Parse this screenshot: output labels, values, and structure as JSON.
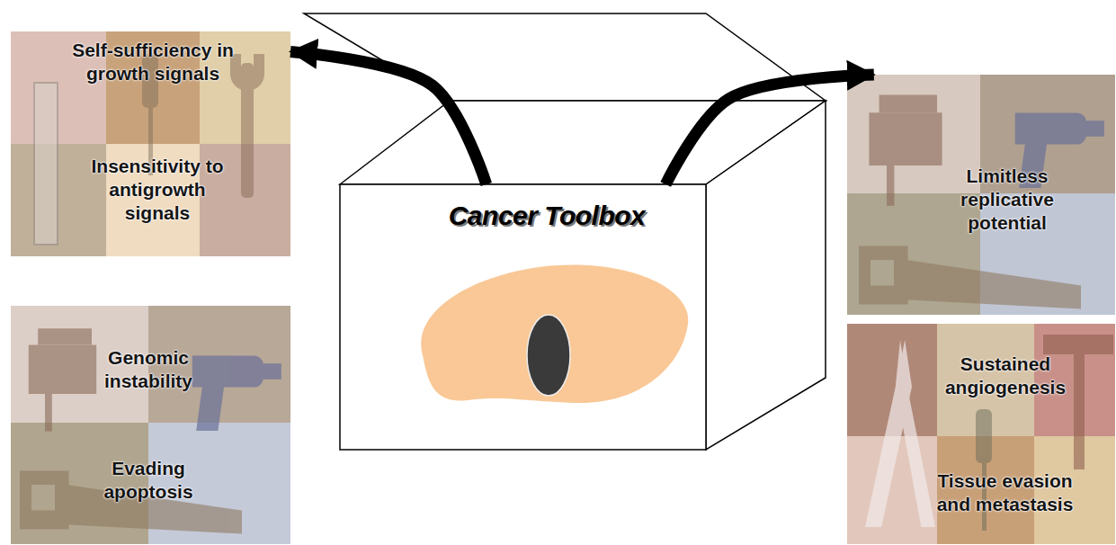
{
  "diagram": {
    "nodes": [
      {
        "text": [
          "Self-sufficiency in growth signals",
          "Insensitivity to antigrowth signals"
        ]
      },
      {
        "text": [
          "Cancer Toolbox"
        ]
      },
      {
        "text": [
          "Limitless replicative potential"
        ]
      },
      {
        "text": [
          "Genomic instability",
          "Evading apoptosis"
        ]
      },
      {
        "text": [
          "Sustained angiogenesis",
          "Tissue evasion and metastasis"
        ]
      }
    ],
    "edges": [
      {
        "from": 1,
        "to": 0,
        "arrow": "to"
      },
      {
        "from": 1,
        "to": 2,
        "arrow": "to"
      }
    ]
  }
}
